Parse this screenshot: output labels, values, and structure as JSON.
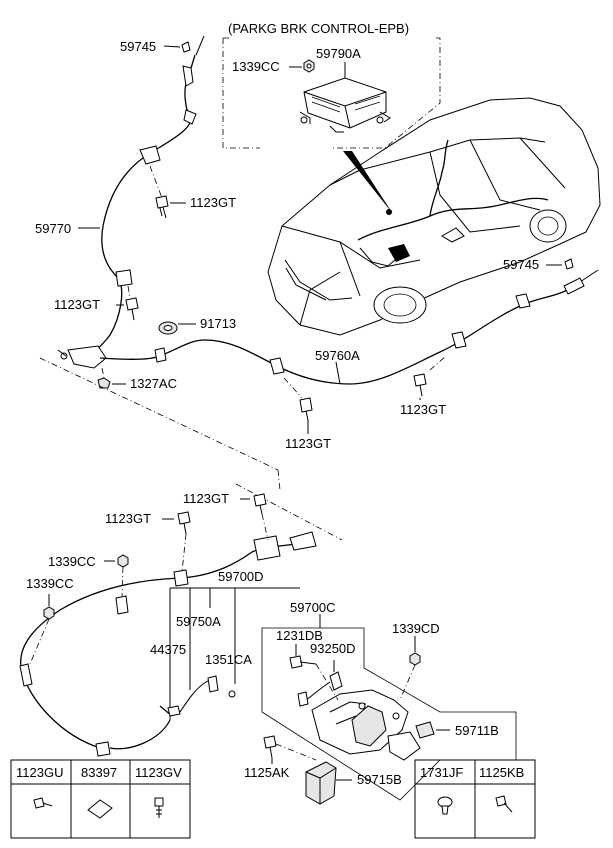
{
  "inset": {
    "title": "(PARKG BRK CONTROL-EPB)"
  },
  "labels": {
    "p59745_top": "59745",
    "p1339CC_inset": "1339CC",
    "p59790A": "59790A",
    "p1123GT_a": "1123GT",
    "p59770": "59770",
    "p1123GT_b": "1123GT",
    "p91713": "91713",
    "p1327AC": "1327AC",
    "p59760A": "59760A",
    "p59745_right": "59745",
    "p1123GT_c": "1123GT",
    "p1123GT_d": "1123GT",
    "p1123GT_e": "1123GT",
    "p1123GT_f": "1123GT",
    "p1339CC_a": "1339CC",
    "p1339CC_b": "1339CC",
    "p59700D": "59700D",
    "p59700C": "59700C",
    "p59750A": "59750A",
    "p44375": "44375",
    "p1351CA": "1351CA",
    "p1231DB": "1231DB",
    "p93250D": "93250D",
    "p1339CD": "1339CD",
    "p59711B": "59711B",
    "p1125AK": "1125AK",
    "p59715B": "59715B"
  },
  "legend_left": {
    "cols": [
      "1123GU",
      "83397",
      "1123GV"
    ]
  },
  "legend_right": {
    "cols": [
      "1731JF",
      "1125KB"
    ]
  }
}
